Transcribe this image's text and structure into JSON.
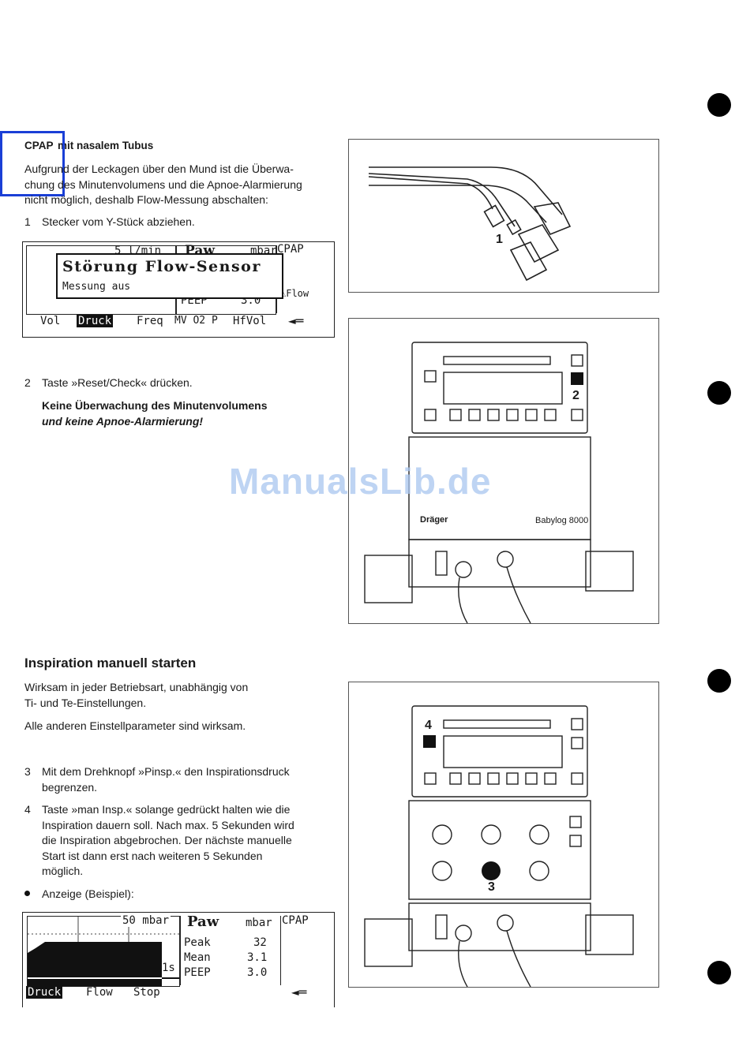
{
  "section1": {
    "heading_part1": "CPAP",
    "heading_part2": "mit nasalem Tubus",
    "intro_lines": [
      "Aufgrund der Leckagen über den Mund ist die Überwa-",
      "chung des Minutenvolumens und die Apnoe-Alarmierung",
      "nicht möglich, deshalb Flow-Messung abschalten:"
    ],
    "step1": {
      "number": "1",
      "text": "Stecker vom Y-Stück abziehen."
    },
    "step2": {
      "number": "2",
      "text": "Taste »Reset/Check« drücken."
    },
    "warning_lines": [
      "Keine Überwachung des Minutenvolumens",
      "und keine Apnoe-Alarmierung!"
    ]
  },
  "display1": {
    "top_value": "5 l/min",
    "paw": "Paw",
    "unit": "mbar",
    "mode": "CPAP",
    "popup_title": "Störung Flow-Sensor",
    "popup_sub": "Messung aus",
    "row_label": "PEEP",
    "row_value": "3.0",
    "flow_label": "Flow",
    "menu": [
      "Vol",
      "Druck",
      "Freq",
      "MV O2 P",
      "HfVol"
    ],
    "menu_selected": "Druck",
    "arrow": "◄═"
  },
  "section2": {
    "heading": "Inspiration manuell starten",
    "para1_lines": [
      "Wirksam in jeder Betriebsart, unabhängig von",
      "Ti- und Te-Einstellungen."
    ],
    "para2": "Alle anderen Einstellparameter sind wirksam.",
    "step3": {
      "number": "3",
      "lines": [
        "Mit dem Drehknopf »Pinsp.« den Inspirationsdruck",
        "begrenzen."
      ]
    },
    "step4": {
      "number": "4",
      "lines": [
        "Taste »man Insp.« solange gedrückt halten wie die",
        "Inspiration dauern soll. Nach max. 5 Sekunden wird",
        "die Inspiration abgebrochen. Der nächste manuelle",
        "Start ist dann erst nach weiteren 5 Sekunden",
        "möglich."
      ]
    },
    "bullet": "Anzeige (Beispiel):"
  },
  "display2": {
    "scale": "50 mbar",
    "time": "1s",
    "paw": "Paw",
    "unit": "mbar",
    "mode": "CPAP",
    "rows": [
      {
        "label": "Peak",
        "value": "32"
      },
      {
        "label": "Mean",
        "value": "3.1"
      },
      {
        "label": "PEEP",
        "value": "3.0"
      }
    ],
    "menu": [
      "Druck",
      "Flow",
      "Stop"
    ],
    "menu_selected": "Druck",
    "arrow": "◄═"
  },
  "figures": {
    "fig1_callout": "1",
    "fig2_callout": "2",
    "fig2_brand": "Dräger",
    "fig2_model": "Babylog 8000",
    "fig3_callout_a": "4",
    "fig3_callout_b": "3"
  },
  "watermark": "ManualsLib.de"
}
